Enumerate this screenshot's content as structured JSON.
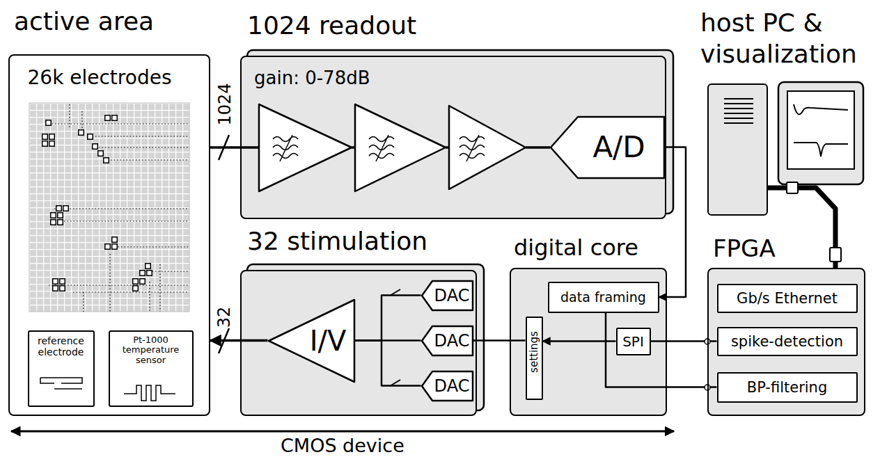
{
  "diagram": {
    "nodes": [
      {
        "text": [
          "active area"
        ]
      },
      {
        "text": [
          "26k electrodes"
        ],
        "in": 0
      },
      {
        "text": [
          "reference electrode"
        ],
        "in": 0
      },
      {
        "text": [
          "Pt-1000 temperature sensor"
        ],
        "in": 0
      },
      {
        "text": [
          "1024 readout",
          "gain: 0-78dB"
        ]
      },
      {
        "text": [
          "A/D"
        ],
        "in": 4
      },
      {
        "text": [
          "32 stimulation"
        ]
      },
      {
        "text": [
          "I/V"
        ],
        "in": 6
      },
      {
        "text": [
          "DAC"
        ],
        "in": 6
      },
      {
        "text": [
          "DAC"
        ],
        "in": 6
      },
      {
        "text": [
          "DAC"
        ],
        "in": 6
      },
      {
        "text": [
          "digital core"
        ]
      },
      {
        "text": [
          "data framing"
        ],
        "in": 11
      },
      {
        "text": [
          "settings"
        ],
        "in": 11
      },
      {
        "text": [
          "SPI"
        ],
        "in": 11
      },
      {
        "text": [
          "FPGA"
        ]
      },
      {
        "text": [
          "Gb/s Ethernet"
        ],
        "in": 15
      },
      {
        "text": [
          "spike-detection"
        ],
        "in": 15
      },
      {
        "text": [
          "BP-filtering"
        ],
        "in": 15
      },
      {
        "text": [
          "host PC & visualization"
        ]
      }
    ],
    "edges": [
      {
        "from": 0,
        "to": 4,
        "arrow": "none"
      },
      {
        "from": 5,
        "to": 12,
        "arrow": "to"
      },
      {
        "from": 7,
        "to": 0,
        "arrow": "to"
      },
      {
        "from": 8,
        "to": 7,
        "arrow": "none"
      },
      {
        "from": 9,
        "to": 7,
        "arrow": "none"
      },
      {
        "from": 10,
        "to": 7,
        "arrow": "none"
      },
      {
        "from": 14,
        "to": 13,
        "arrow": "to"
      },
      {
        "from": 13,
        "to": 9,
        "arrow": "none"
      },
      {
        "from": 17,
        "to": 14,
        "arrow": "none"
      },
      {
        "from": 12,
        "to": 18,
        "arrow": "none"
      },
      {
        "from": 19,
        "to": 15,
        "arrow": "none"
      }
    ],
    "labels": [
      "1024",
      "32",
      "CMOS device"
    ]
  }
}
